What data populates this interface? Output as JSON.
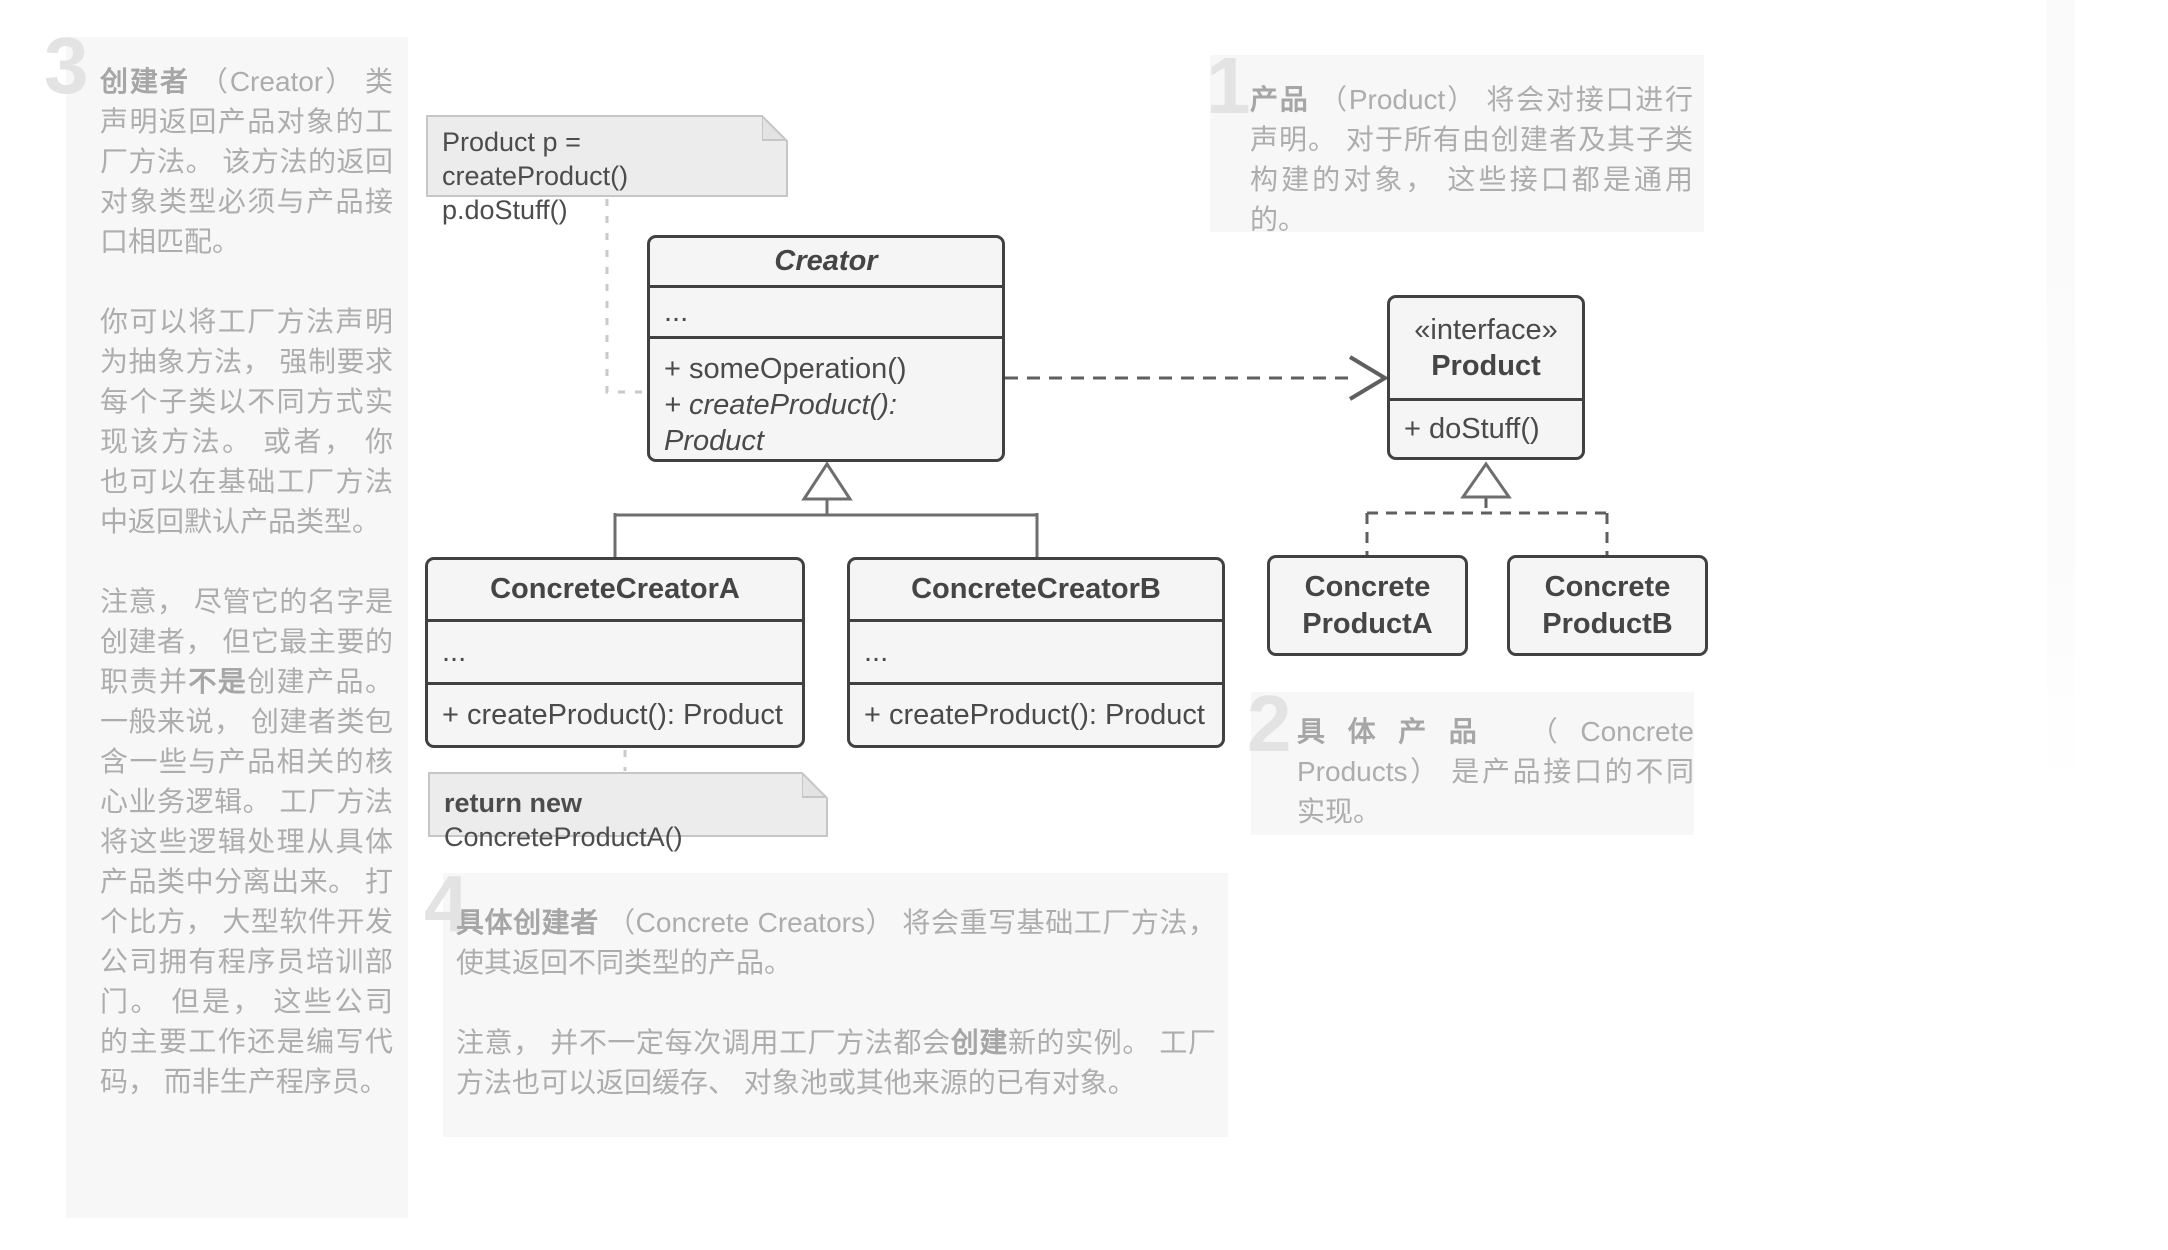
{
  "colors": {
    "page_bg": "#ffffff",
    "block_bg": "#f7f7f7",
    "annotation_text": "#adadad",
    "numeral": "#e3e3e3",
    "box_border": "#414141",
    "box_fill": "#f5f5f5",
    "box_text": "#4a4a4a",
    "solid_line": "#6e6e6e",
    "dashed_line": "#5f5f5f",
    "note_connector": "#c9c9c9",
    "note_bg": "#ececec",
    "note_border": "#c6c6c6"
  },
  "annotations": {
    "creator": {
      "number": "3",
      "p1_bold": "创建者",
      "p1_rest": " （Creator） 类声明返回产品对象的工厂方法。 该方法的返回对象类型必须与产品接口相匹配。",
      "p2": "你可以将工厂方法声明为抽象方法， 强制要求每个子类以不同方式实现该方法。 或者， 你也可以在基础工厂方法中返回默认产品类型。",
      "p3_pre": "注意， 尽管它的名字是创建者， 但它最主要的职责并",
      "p3_bold": "不是",
      "p3_post": "创建产品。 一般来说， 创建者类包含一些与产品相关的核心业务逻辑。 工厂方法将这些逻辑处理从具体产品类中分离出来。 打个比方， 大型软件开发公司拥有程序员培训部门。 但是， 这些公司的主要工作还是编写代码， 而非生产程序员。"
    },
    "product": {
      "number": "1",
      "p1_bold": "产品",
      "p1_rest": " （Product） 将会对接口进行声明。 对于所有由创建者及其子类构建的对象， 这些接口都是通用的。"
    },
    "concrete_products": {
      "number": "2",
      "p1_bold": "具体产品",
      "p1_rest": " （Concrete Products） 是产品接口的不同实现。"
    },
    "concrete_creators": {
      "number": "4",
      "p1_bold": "具体创建者",
      "p1_rest": " （Concrete Creators） 将会重写基础工厂方法， 使其返回不同类型的产品。",
      "p2_pre": "注意， 并不一定每次调用工厂方法都会",
      "p2_bold": "创建",
      "p2_post": "新的实例。 工厂方法也可以返回缓存、 对象池或其他来源的已有对象。"
    }
  },
  "notes": {
    "client_code": {
      "line1": "Product p = createProduct()",
      "line2": "p.doStuff()"
    },
    "return_statement": {
      "bold": "return new",
      "rest": " ConcreteProductA()"
    }
  },
  "classes": {
    "creator": {
      "title": "Creator",
      "fields": "...",
      "method1": "+ someOperation()",
      "method2": "+ createProduct(): Product"
    },
    "product": {
      "stereotype": "«interface»",
      "title": "Product",
      "method1": "+ doStuff()"
    },
    "concrete_creator_a": {
      "title": "ConcreteCreatorA",
      "fields": "...",
      "method1": "+ createProduct(): Product"
    },
    "concrete_creator_b": {
      "title": "ConcreteCreatorB",
      "fields": "...",
      "method1": "+ createProduct(): Product"
    },
    "concrete_product_a": {
      "line1": "Concrete",
      "line2": "ProductA"
    },
    "concrete_product_b": {
      "line1": "Concrete",
      "line2": "ProductB"
    }
  }
}
